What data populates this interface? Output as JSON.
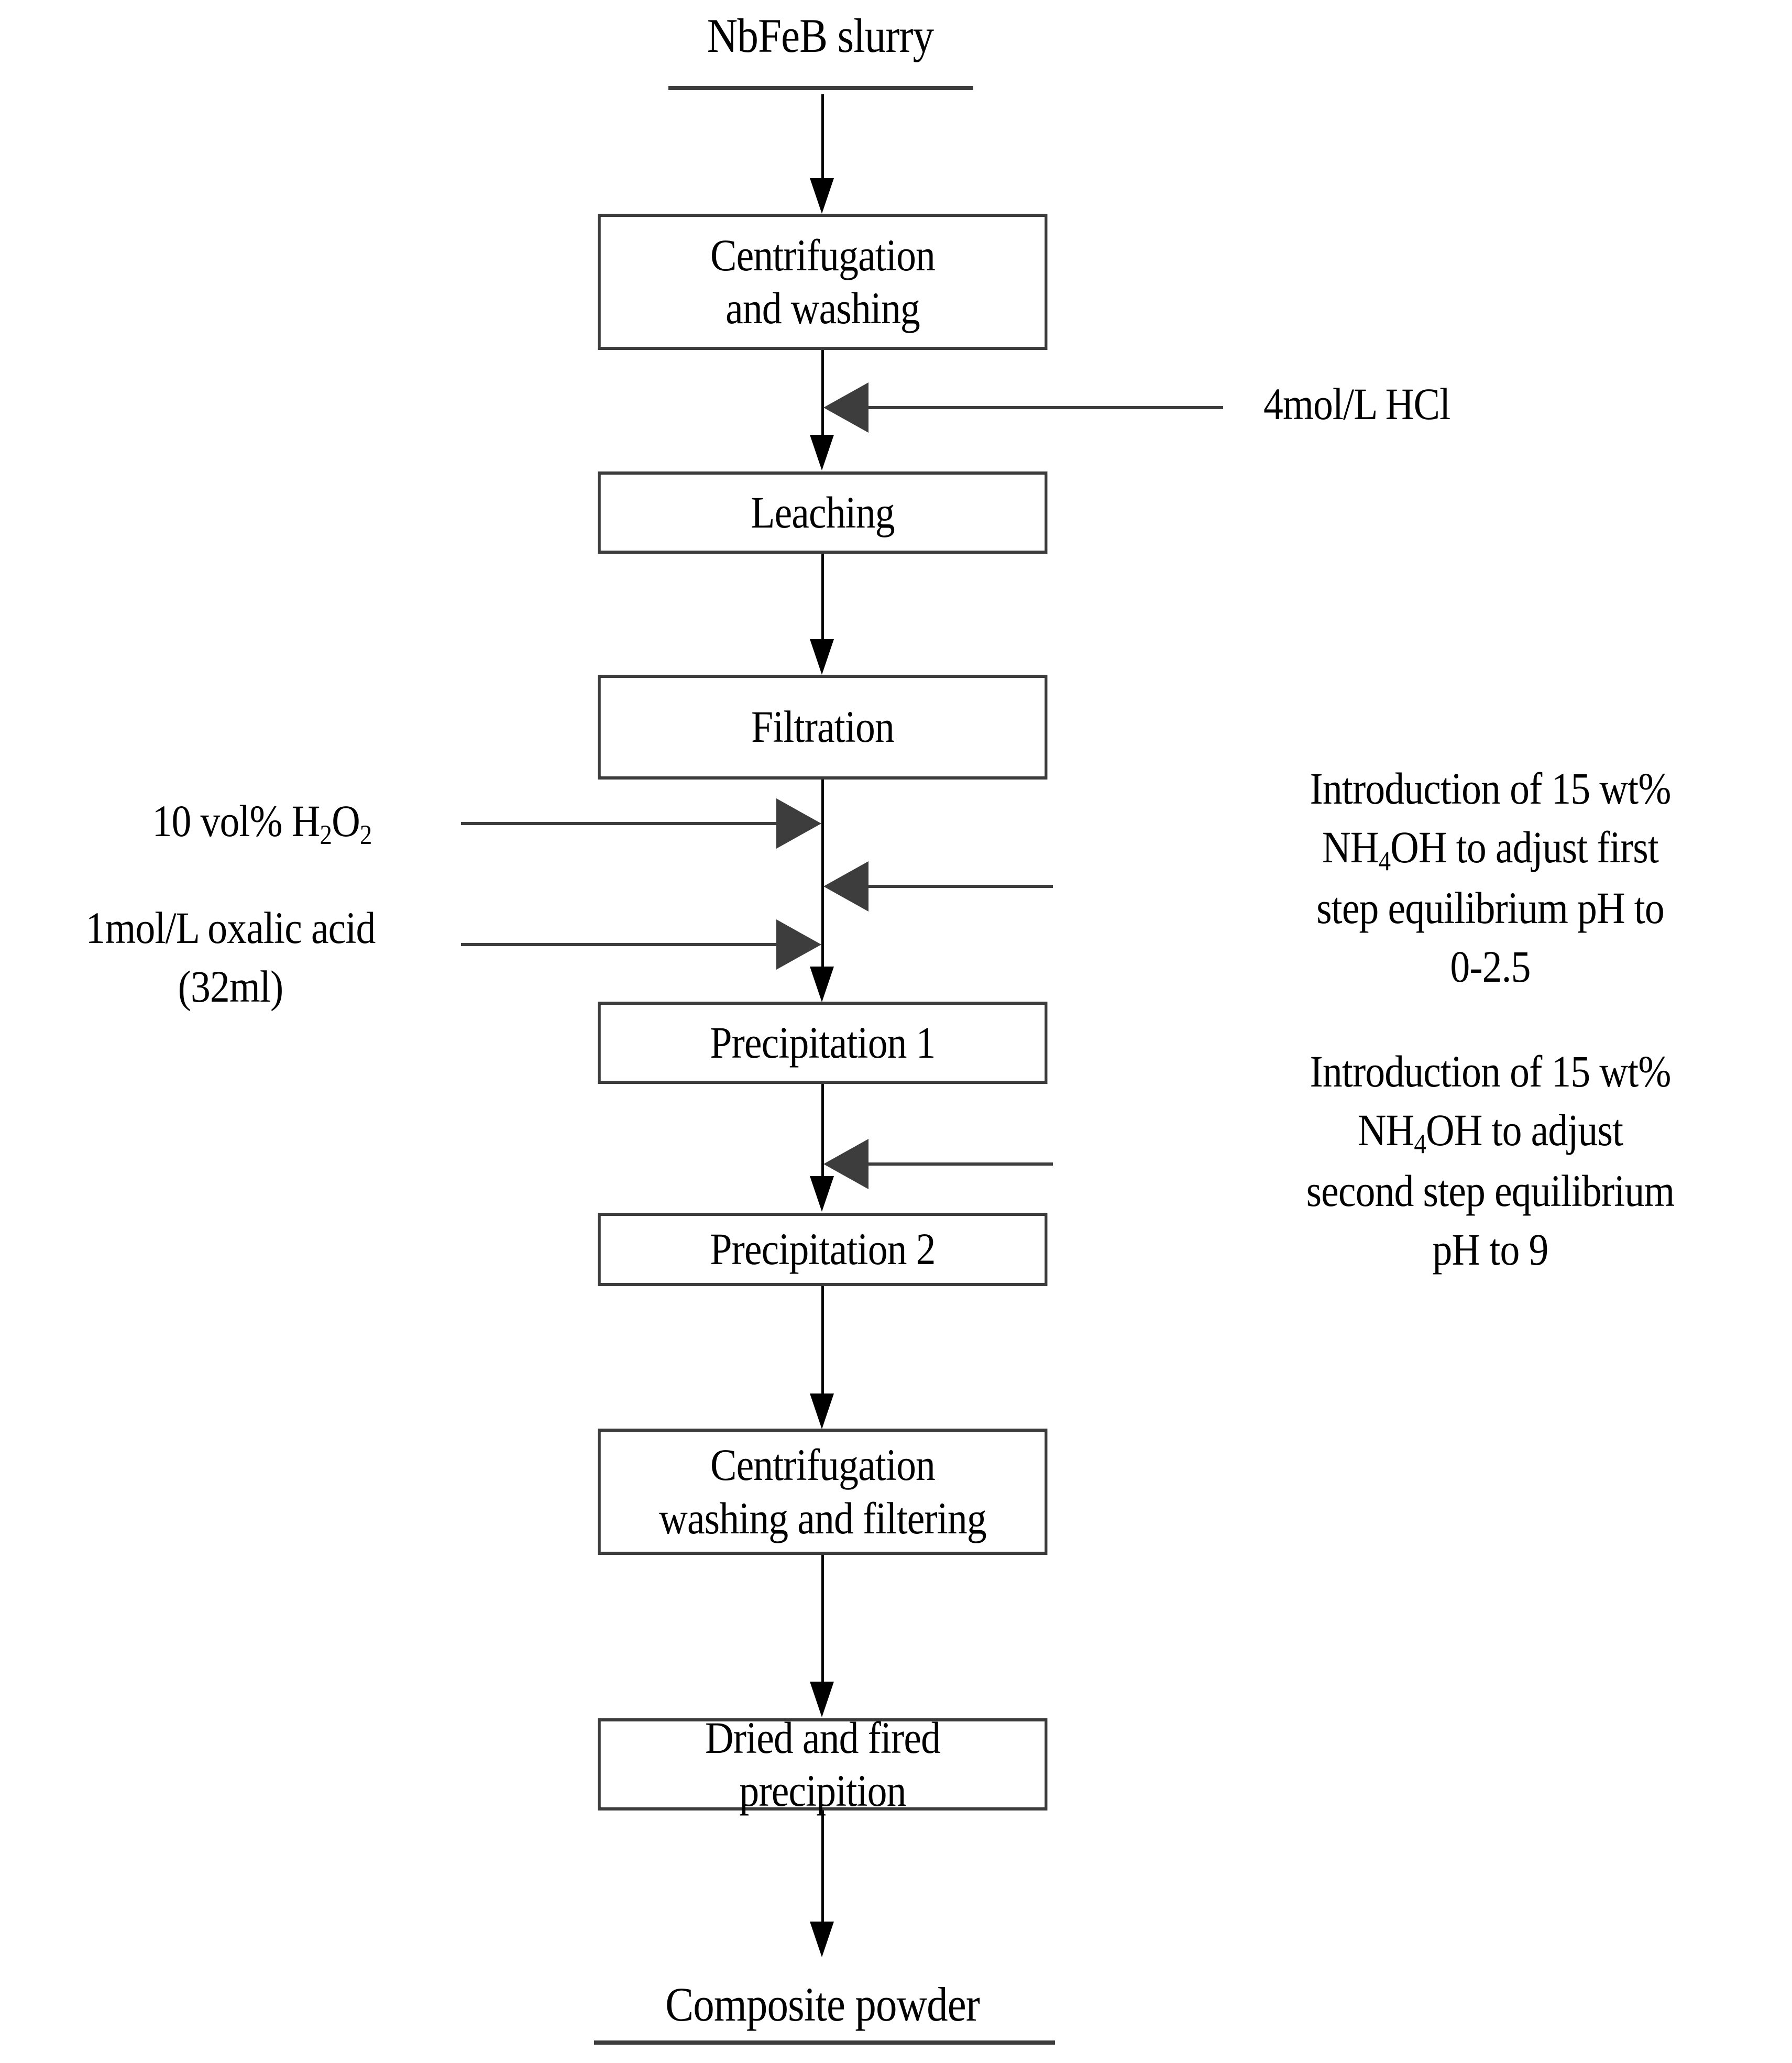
{
  "diagram": {
    "title_note": "NdFeB slurry hydrometallurgical process flow chart",
    "colors": {
      "box_border": "#3c3c3c",
      "arrow_black": "#000000",
      "arrow_gray": "#3d3d3d",
      "background": "#ffffff"
    },
    "start_terminal": {
      "label": "NbFeB slurry"
    },
    "end_terminal": {
      "label": "Composite powder"
    },
    "steps": [
      {
        "id": "centrifugation-washing",
        "lines": [
          "Centrifugation",
          "and washing"
        ]
      },
      {
        "id": "leaching",
        "lines": [
          "Leaching"
        ]
      },
      {
        "id": "filtration",
        "lines": [
          "Filtration"
        ]
      },
      {
        "id": "precipitation-1",
        "lines": [
          "Precipitation 1"
        ]
      },
      {
        "id": "precipitation-2",
        "lines": [
          "Precipitation 2"
        ]
      },
      {
        "id": "centrifugation-washing-filtering",
        "lines": [
          "Centrifugation",
          "washing and filtering"
        ]
      },
      {
        "id": "dried-fired-precipition",
        "lines": [
          "Dried and fired",
          "precipition"
        ]
      }
    ],
    "inputs": [
      {
        "id": "hcl-input",
        "side": "right",
        "direction": "left",
        "lines": [
          "4mol/L HCl"
        ],
        "target": "leaching"
      },
      {
        "id": "h2o2-input",
        "side": "left",
        "direction": "right",
        "html": "10 vol% H<sub>2</sub>O<sub>2</sub>",
        "plain": "10 vol% H2O2",
        "target": "precipitation-1"
      },
      {
        "id": "oxalic-acid-input",
        "side": "left",
        "direction": "right",
        "lines": [
          "1mol/L oxalic acid",
          "(32ml)"
        ],
        "target": "precipitation-1"
      },
      {
        "id": "nh4oh-first-step-input",
        "side": "right",
        "direction": "left",
        "html": "Introduction of 15 wt%<br>NH<sub>4</sub>OH to adjust first<br>step equilibrium pH to<br>0-2.5",
        "plain": "Introduction of 15 wt% NH4OH to adjust first step equilibrium pH to 0-2.5",
        "target": "precipitation-1"
      },
      {
        "id": "nh4oh-second-step-input",
        "side": "right",
        "direction": "left",
        "html": "Introduction of 15 wt%<br>NH<sub>4</sub>OH to adjust<br>second step equilibrium<br>pH to 9",
        "plain": "Introduction of 15 wt% NH4OH to adjust second step equilibrium pH to 9",
        "target": "precipitation-2"
      }
    ]
  },
  "chart_data": {
    "type": "diagram",
    "subtype": "process-flowchart",
    "orientation": "top-to-bottom",
    "node_sequence": [
      "NbFeB slurry",
      "Centrifugation and washing",
      "Leaching",
      "Filtration",
      "Precipitation 1",
      "Precipitation 2",
      "Centrifugation washing and filtering",
      "Dried and fired precipition",
      "Composite powder"
    ],
    "side_inputs": [
      {
        "label": "4mol/L HCl",
        "enters_before": "Leaching"
      },
      {
        "label": "10 vol% H2O2",
        "enters_before": "Precipitation 1"
      },
      {
        "label": "Introduction of 15 wt% NH4OH to adjust first step equilibrium pH to 0-2.5",
        "enters_before": "Precipitation 1"
      },
      {
        "label": "1mol/L oxalic acid (32ml)",
        "enters_before": "Precipitation 1"
      },
      {
        "label": "Introduction of 15 wt% NH4OH to adjust second step equilibrium pH to 9",
        "enters_before": "Precipitation 2"
      }
    ]
  }
}
